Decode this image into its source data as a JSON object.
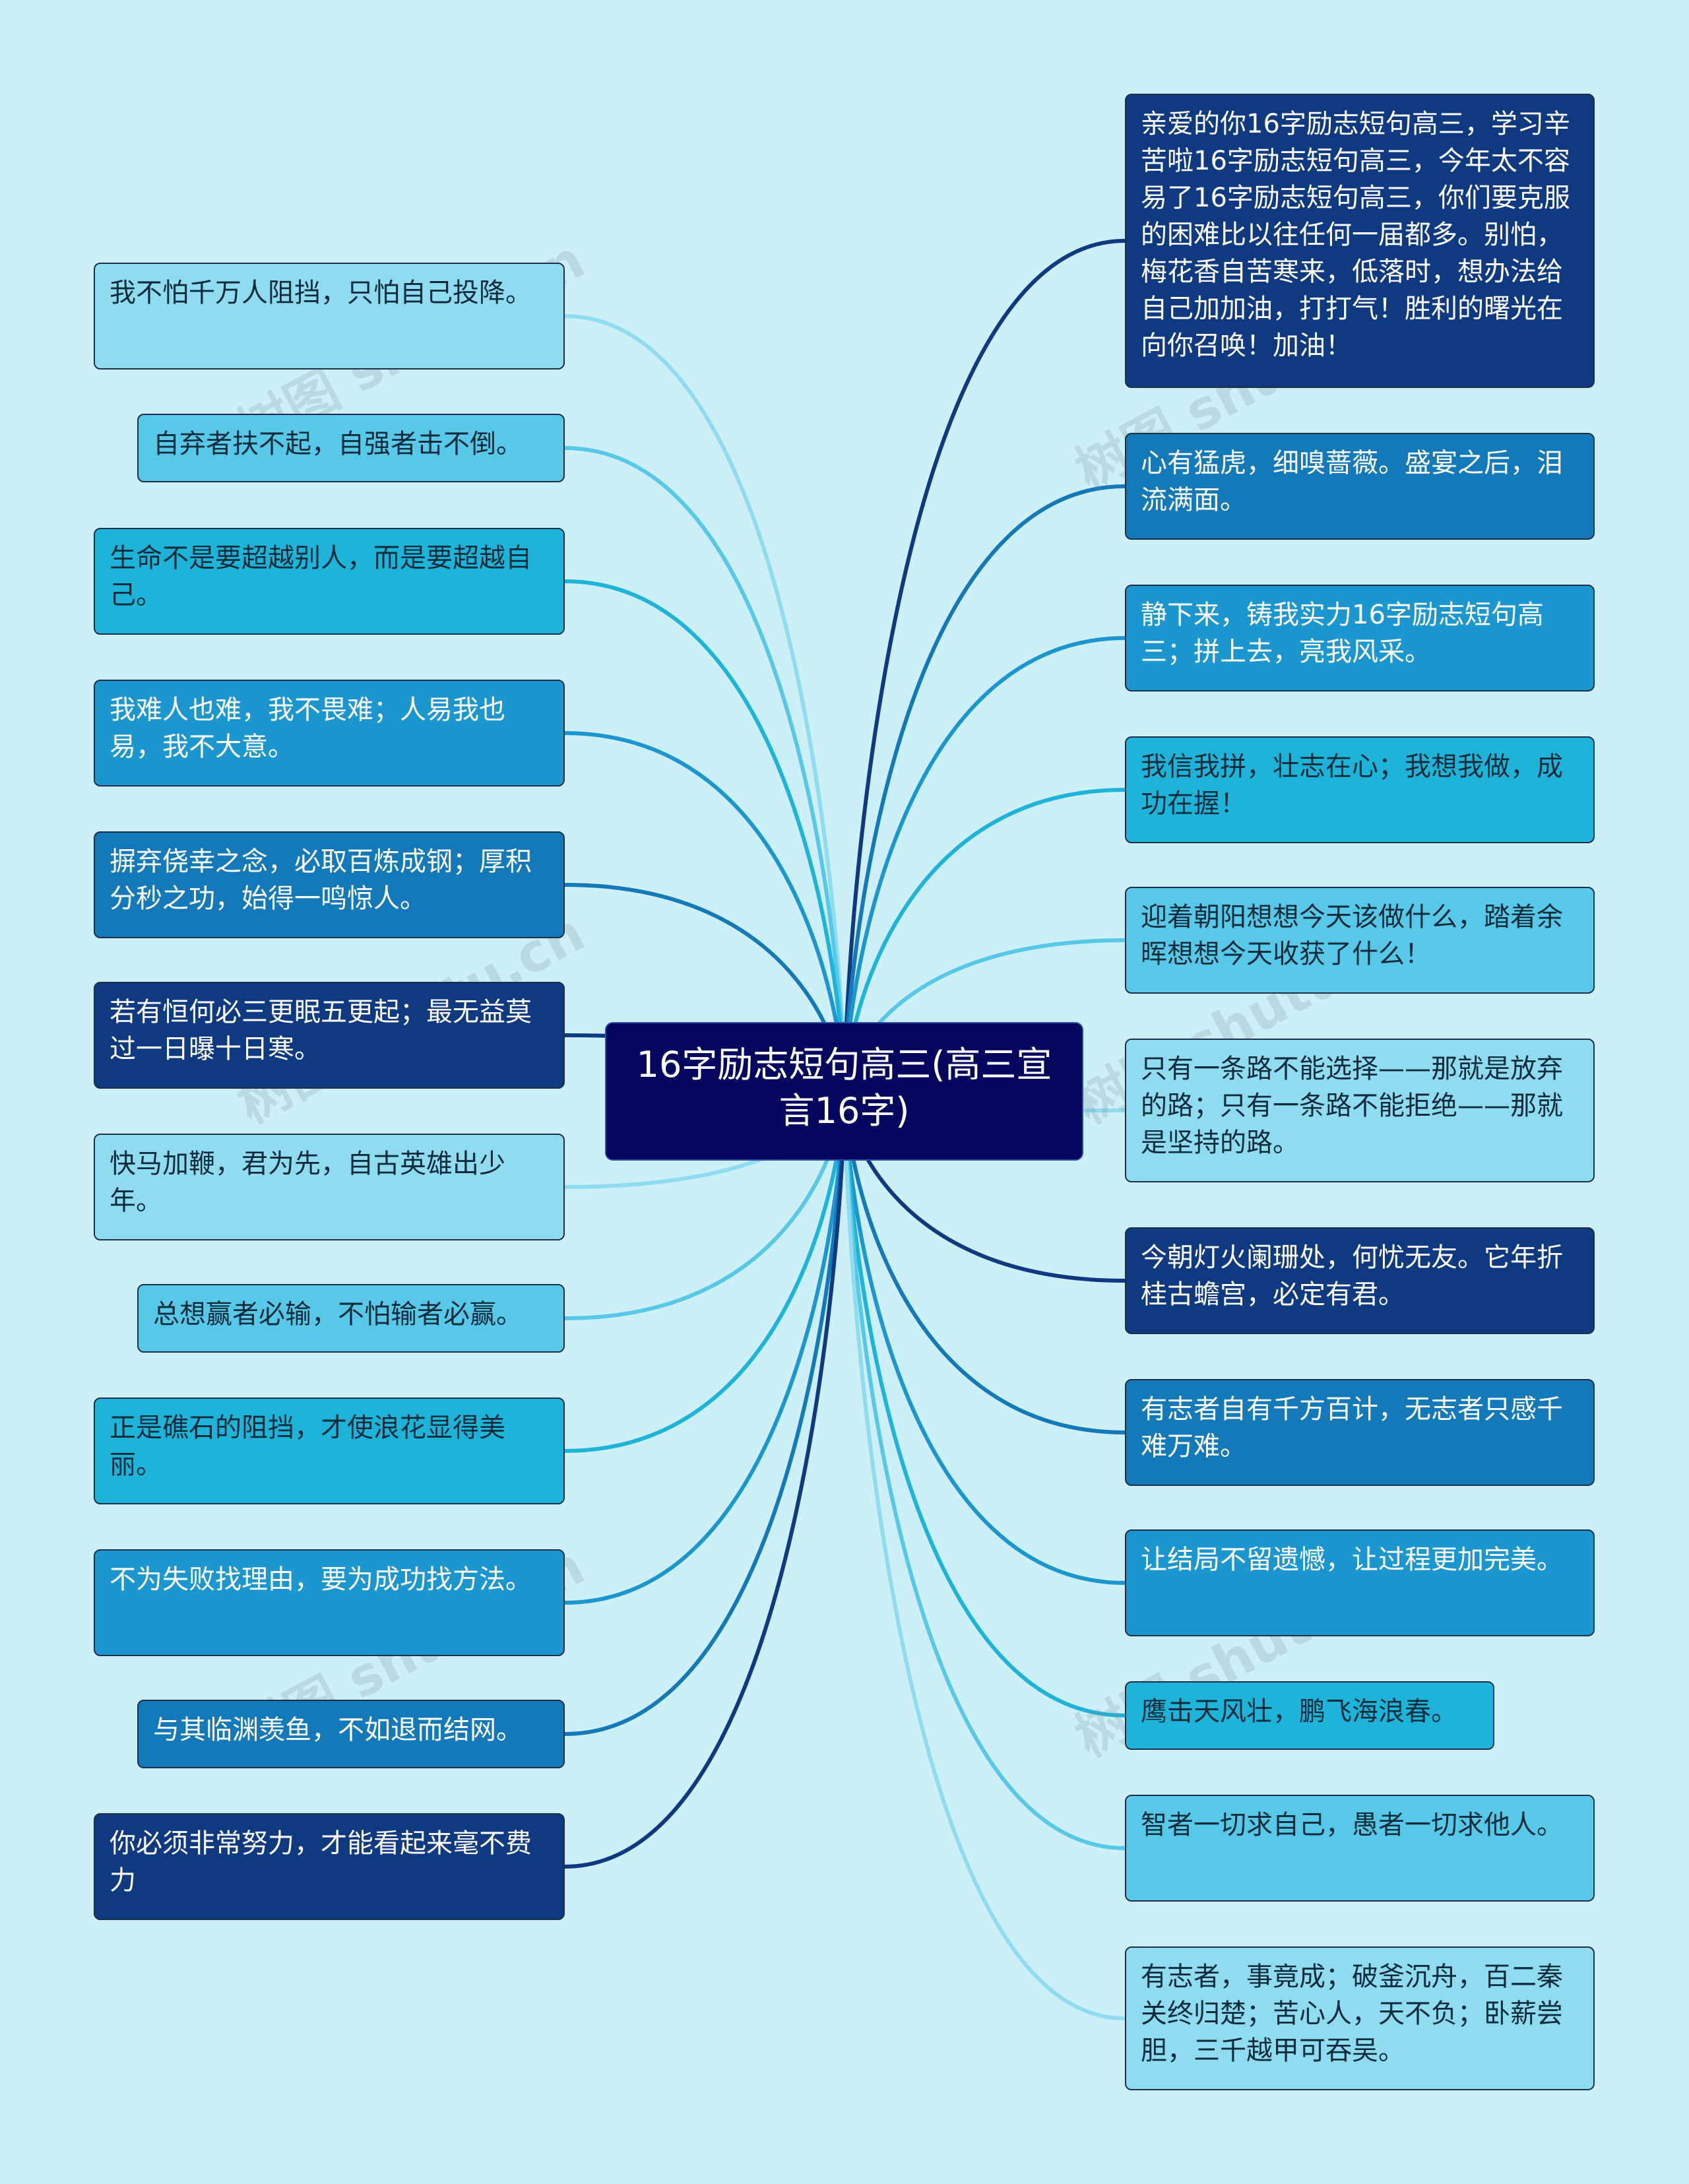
{
  "central_topic": "16字励志短句高三(高三宣言16字)",
  "watermark": "树图 shutu.cn",
  "colors": {
    "background": "#cdeff7",
    "center": "#05075f",
    "dark": "#0f3a82",
    "mid": "#1379b9",
    "blue": "#1c96cf",
    "cyan": "#1eb4d9",
    "light": "#57c8e7",
    "pale": "#8fdcf0"
  },
  "left_branches": [
    {
      "text": "我不怕千万人阻挡，只怕自己投降。",
      "tone": "pale"
    },
    {
      "text": "自弃者扶不起，自强者击不倒。",
      "tone": "light"
    },
    {
      "text": "生命不是要超越别人，而是要超越自己。",
      "tone": "cyan"
    },
    {
      "text": "我难人也难，我不畏难；人易我也易，我不大意。",
      "tone": "blue"
    },
    {
      "text": "摒弃侥幸之念，必取百炼成钢；厚积分秒之功，始得一鸣惊人。",
      "tone": "mid"
    },
    {
      "text": "若有恒何必三更眠五更起；最无益莫过一日曝十日寒。",
      "tone": "dark"
    },
    {
      "text": "快马加鞭，君为先，自古英雄出少年。",
      "tone": "pale"
    },
    {
      "text": "总想赢者必输，不怕输者必赢。",
      "tone": "light"
    },
    {
      "text": "正是礁石的阻挡，才使浪花显得美丽。",
      "tone": "cyan"
    },
    {
      "text": "不为失败找理由，要为成功找方法。",
      "tone": "blue"
    },
    {
      "text": "与其临渊羡鱼，不如退而结网。",
      "tone": "mid"
    },
    {
      "text": "你必须非常努力，才能看起来毫不费力",
      "tone": "dark"
    }
  ],
  "right_branches": [
    {
      "text": "亲爱的你16字励志短句高三，学习辛苦啦16字励志短句高三，今年太不容易了16字励志短句高三，你们要克服的困难比以往任何一届都多。别怕，梅花香自苦寒来，低落时，想办法给自己加加油，打打气！胜利的曙光在向你召唤！加油！",
      "tone": "dark"
    },
    {
      "text": "心有猛虎，细嗅蔷薇。盛宴之后，泪流满面。",
      "tone": "mid"
    },
    {
      "text": "静下来，铸我实力16字励志短句高三；拼上去，亮我风采。",
      "tone": "blue"
    },
    {
      "text": "我信我拼，壮志在心；我想我做，成功在握！",
      "tone": "cyan"
    },
    {
      "text": "迎着朝阳想想今天该做什么，踏着余晖想想今天收获了什么！",
      "tone": "light"
    },
    {
      "text": "只有一条路不能选择——那就是放弃的路；只有一条路不能拒绝——那就是坚持的路。",
      "tone": "pale"
    },
    {
      "text": "今朝灯火阑珊处，何忧无友。它年折桂古蟾宫，必定有君。",
      "tone": "dark"
    },
    {
      "text": "有志者自有千方百计，无志者只感千难万难。",
      "tone": "mid"
    },
    {
      "text": "让结局不留遗憾，让过程更加完美。",
      "tone": "blue"
    },
    {
      "text": "鹰击天风壮，鹏飞海浪春。",
      "tone": "cyan"
    },
    {
      "text": "智者一切求自己，愚者一切求他人。",
      "tone": "light"
    },
    {
      "text": "有志者，事竟成；破釜沉舟，百二秦关终归楚；苦心人，天不负；卧薪尝胆，三千越甲可吞吴。",
      "tone": "pale"
    }
  ]
}
